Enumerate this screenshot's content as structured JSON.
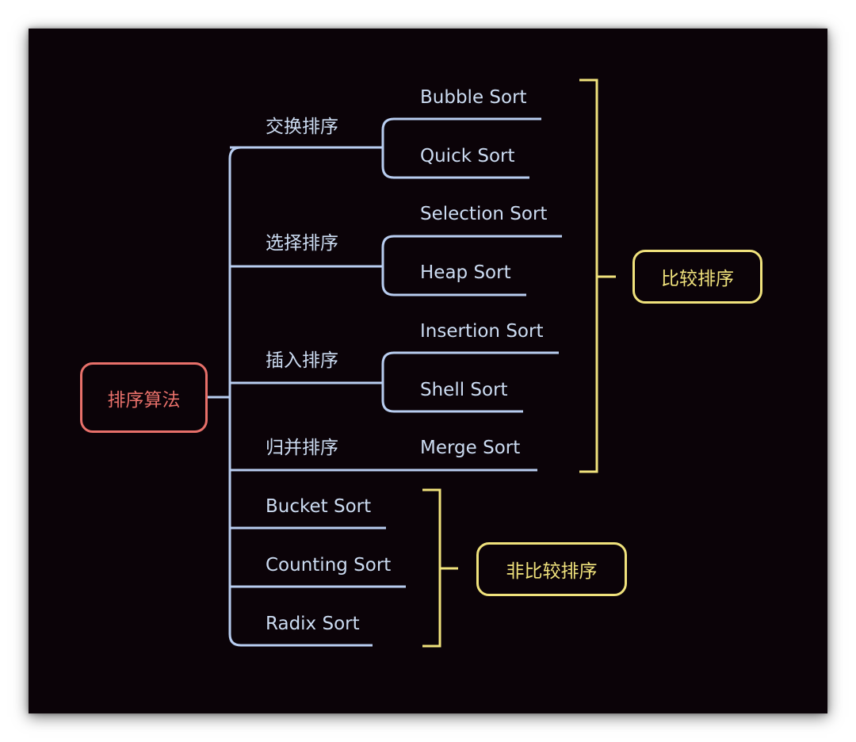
{
  "root": {
    "label": "排序算法"
  },
  "categories": [
    {
      "label": "交换排序",
      "children": [
        "Bubble Sort",
        "Quick Sort"
      ]
    },
    {
      "label": "选择排序",
      "children": [
        "Selection Sort",
        "Heap Sort"
      ]
    },
    {
      "label": "插入排序",
      "children": [
        "Insertion Sort",
        "Shell Sort"
      ]
    },
    {
      "label": "归并排序",
      "children": [
        "Merge Sort"
      ]
    }
  ],
  "direct_leaves": [
    "Bucket Sort",
    "Counting Sort",
    "Radix Sort"
  ],
  "groups": {
    "comparison": {
      "label": "比较排序"
    },
    "non_comparison": {
      "label": "非比较排序"
    }
  },
  "colors": {
    "background": "#0b0308",
    "branch_line": "#b8cdf0",
    "text": "#ccdcf2",
    "root_accent": "#e8706a",
    "group_accent": "#f0e27c"
  }
}
